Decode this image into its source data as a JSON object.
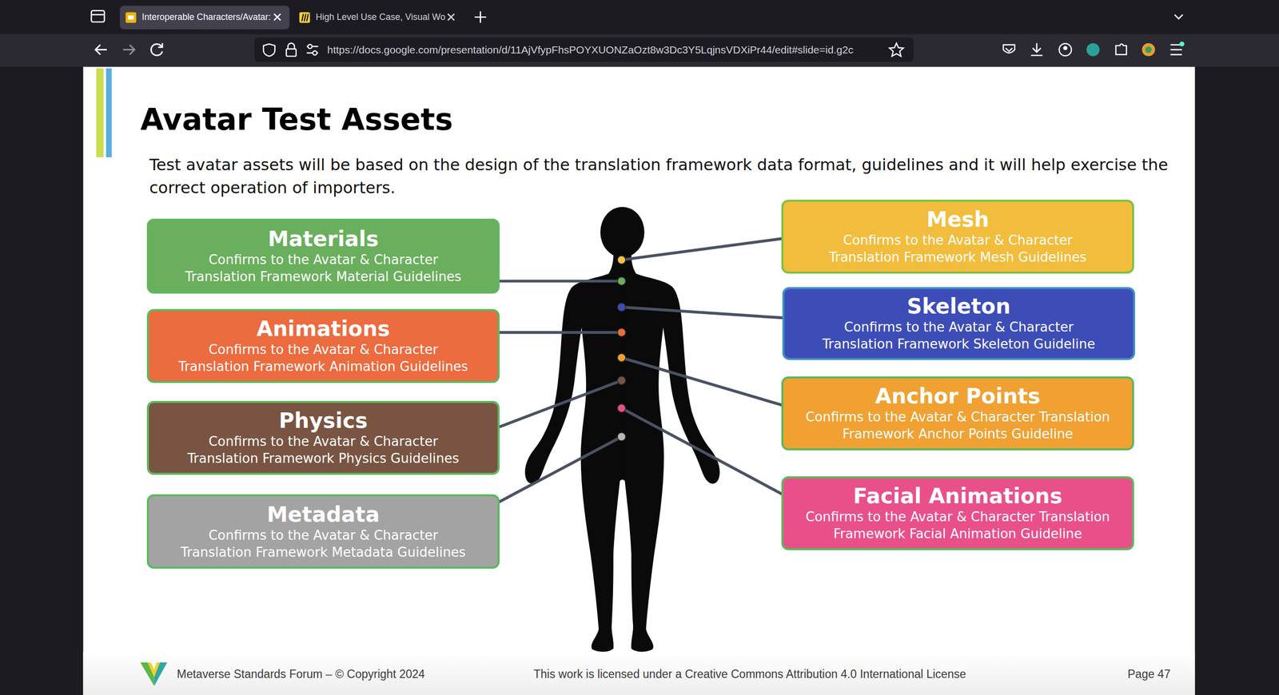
{
  "diagram": {
    "title": "Avatar Test Assets",
    "nodes": [
      {
        "text": [
          "Materials",
          "Confirms to the Avatar & Character Translation Framework Material Guidelines"
        ]
      },
      {
        "text": [
          "Animations",
          "Confirms to the Avatar & Character Translation Framework Animation Guidelines"
        ]
      },
      {
        "text": [
          "Physics",
          "Confirms to the Avatar & Character Translation Framework Physics Guidelines"
        ]
      },
      {
        "text": [
          "Metadata",
          "Confirms to the Avatar & Character Translation Framework Metadata Guidelines"
        ]
      },
      {
        "text": [
          "Mesh",
          "Confirms to the Avatar & Character Translation Framework Mesh Guidelines"
        ]
      },
      {
        "text": [
          "Skeleton",
          "Confirms to the Avatar & Character Translation Framework Skeleton Guideline"
        ]
      },
      {
        "text": [
          "Anchor Points",
          "Confirms to the Avatar & Character Translation Framework Anchor Points Guideline"
        ]
      },
      {
        "text": [
          "Facial Animations",
          "Confirms to the Avatar & Character Translation Framework Facial Animation Guideline"
        ]
      }
    ],
    "labels": [
      "Interoperable Characters/Avatar:",
      "High Level Use Case, Visual Wo",
      "https://docs.google.com/presentation/d/11AjVfypFhsPOYXUONZaOzt8w3Dc3Y5LqjnsVDXiPr44/edit#slide=id.g2c",
      "Test avatar assets will be based on the design of the translation framework data format, guidelines and it will help exercise the correct operation of importers.",
      "Metaverse Standards Forum – © Copyright 2024",
      "This work is licensed under a Creative Commons Attribution 4.0 International License",
      "Page 47"
    ]
  }
}
